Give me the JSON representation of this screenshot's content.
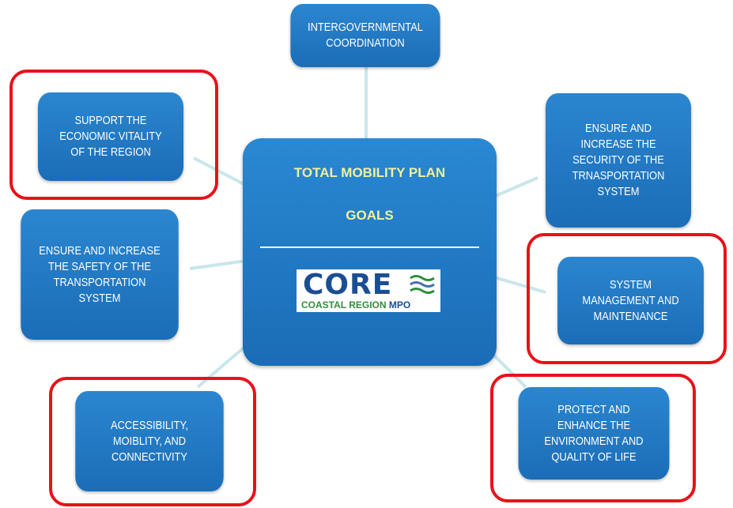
{
  "center": {
    "title": "TOTAL MOBILITY PLAN",
    "subtitle": "GOALS",
    "logo_word": "CORE",
    "logo_sub_a": "COASTAL REGION",
    "logo_sub_b": "MPO"
  },
  "goals": {
    "intergovernmental": "INTERGOVERNMENTAL\nCOORDINATION",
    "economic": "SUPPORT THE\nECONOMIC VITALITY\nOF THE REGION",
    "security": "ENSURE AND\nINCREASE THE\nSECURITY OF THE\nTRNASPORTATION\nSYSTEM",
    "safety": "ENSURE AND INCREASE\nTHE SAFETY OF THE\nTRANSPORTATION\nSYSTEM",
    "system_mgmt": "SYSTEM\nMANAGEMENT AND\nMAINTENANCE",
    "accessibility": "ACCESSIBILITY,\nMOIBLITY, AND\nCONNECTIVITY",
    "environment": "PROTECT AND\nENHANCE THE\nENVIRONMENT AND\nQUALITY OF LIFE"
  },
  "colors": {
    "box": "#1f76c0",
    "highlight": "#e8121a",
    "title_yellow": "#f3f09a",
    "connector": "#c9e6ec"
  }
}
